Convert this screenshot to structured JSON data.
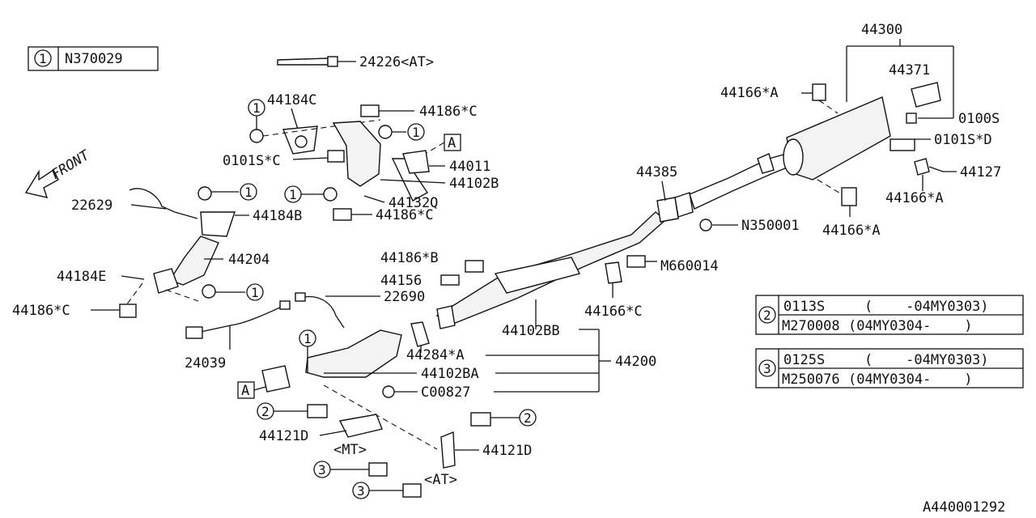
{
  "diagram_id": "A440001292",
  "arrow_label": "FRONT",
  "legend": {
    "fastener_1": {
      "num": "1",
      "code": "N370029"
    },
    "fastener_2": {
      "num": "2",
      "row1_code": "0113S",
      "row1_range": "(    -04MY0303)",
      "row2_code": "M270008",
      "row2_range": "(04MY0304-    )"
    },
    "fastener_3": {
      "num": "3",
      "row1_code": "0125S",
      "row1_range": "(    -04MY0303)",
      "row2_code": "M250076",
      "row2_range": "(04MY0304-    )"
    }
  },
  "section_marker": "A",
  "circle_refs": {
    "one": "1",
    "two": "2",
    "three": "3"
  },
  "parts": {
    "p24226": "24226<AT>",
    "p44184C": "44184C",
    "p44186C_top": "44186*C",
    "p0101SC": "0101S*C",
    "p44011": "44011",
    "p44102B": "44102B",
    "p44132Q": "44132Q",
    "p44186C_mid": "44186*C",
    "p22629": "22629",
    "p44184B": "44184B",
    "p44204": "44204",
    "p44184E": "44184E",
    "p44186C_left": "44186*C",
    "p22690": "22690",
    "p24039": "24039",
    "p44186B": "44186*B",
    "p44156": "44156",
    "p44284A": "44284*A",
    "p44102BA": "44102BA",
    "pC00827": "C00827",
    "p44200": "44200",
    "p44102BB": "44102BB",
    "p44121D_left": "44121D",
    "p_mt": "<MT>",
    "p44121D_right": "44121D",
    "p_at": "<AT>",
    "p44385": "44385",
    "pN350001": "N350001",
    "pM660014": "M660014",
    "p44166C": "44166*C",
    "p44300": "44300",
    "p44371": "44371",
    "p44166A_top": "44166*A",
    "p0100S": "0100S",
    "p0101SD": "0101S*D",
    "p44127": "44127",
    "p44166A_right": "44166*A",
    "p44166A_bottom": "44166*A"
  }
}
